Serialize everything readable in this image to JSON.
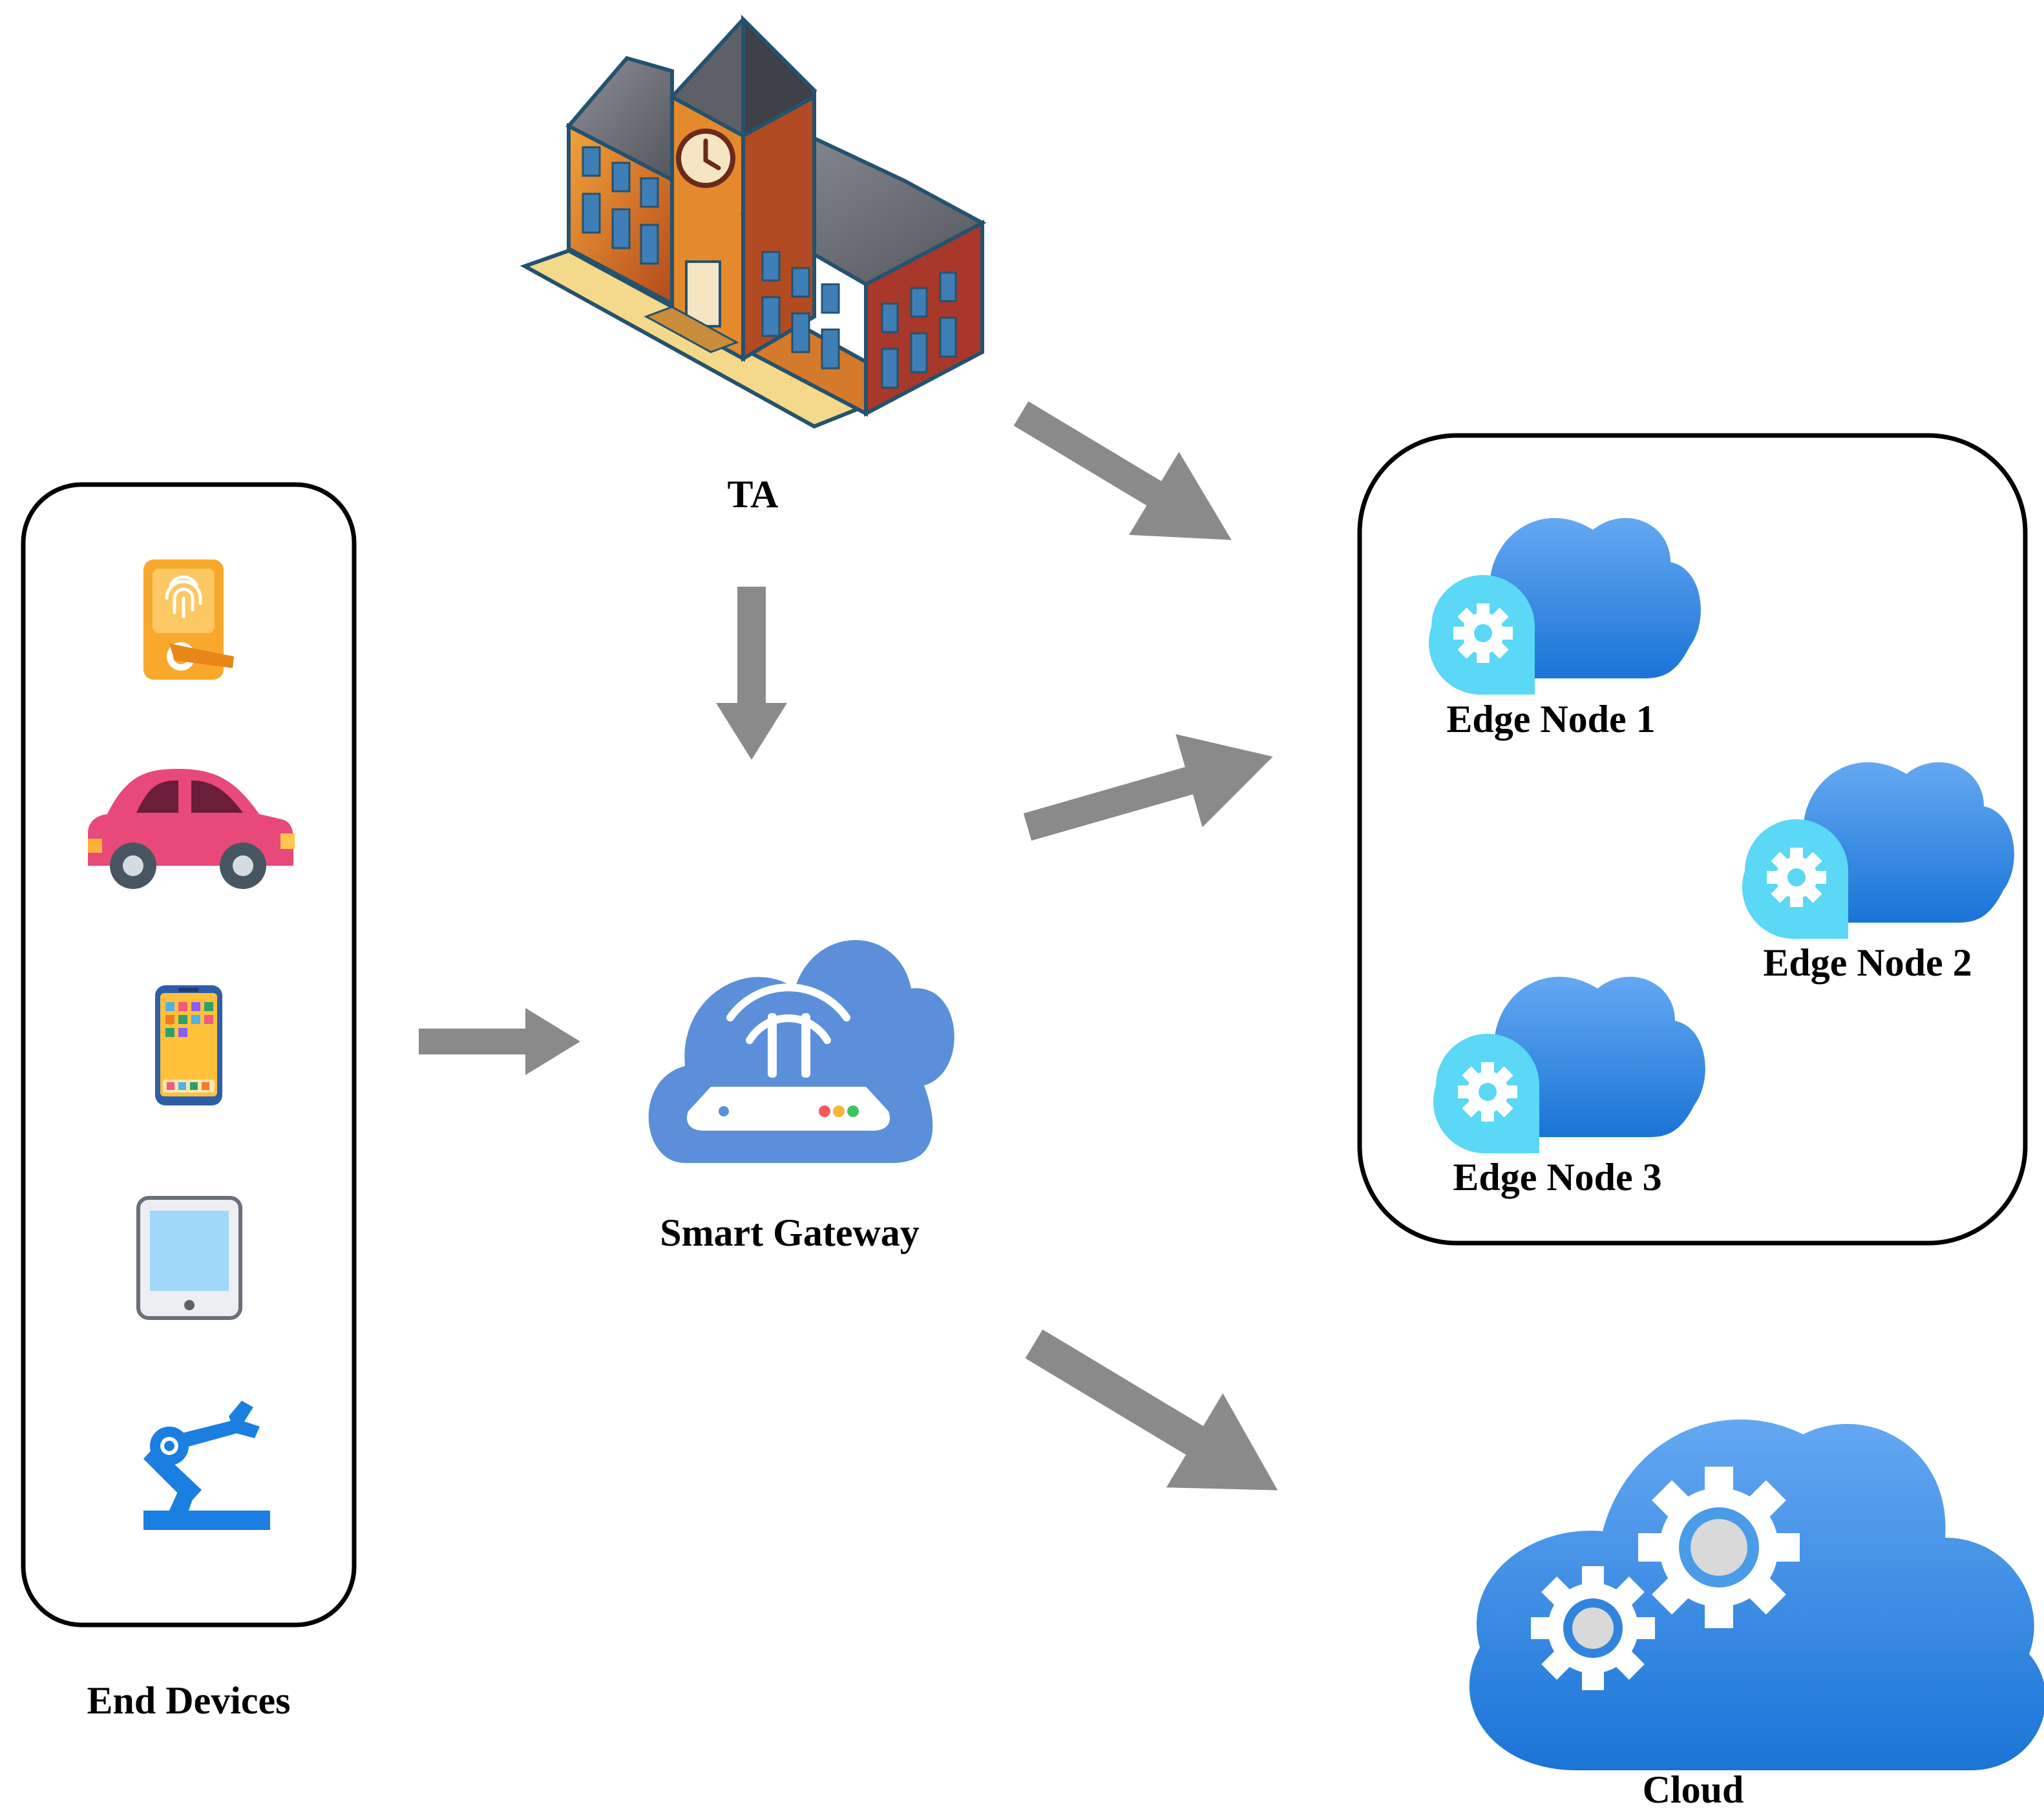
{
  "labels": {
    "ta": "TA",
    "gateway": "Smart Gateway",
    "end_devices": "End Devices",
    "edge1": "Edge Node 1",
    "edge2": "Edge Node 2",
    "edge3": "Edge Node 3",
    "cloud": "Cloud"
  },
  "icons": {
    "ta": "government-building-icon",
    "gateway": "cloud-router-icon",
    "edge_node": "cloud-gear-icon",
    "cloud": "cloud-gears-icon",
    "devices": [
      "fingerprint-lock-icon",
      "car-icon",
      "smartphone-icon",
      "tablet-icon",
      "robot-arm-icon"
    ]
  },
  "colors": {
    "arrow": "#8a8a8a",
    "cloud_blue": "#3f8fe0",
    "gear_badge": "#5ad8f5",
    "gateway_blue": "#5b8fd9"
  }
}
